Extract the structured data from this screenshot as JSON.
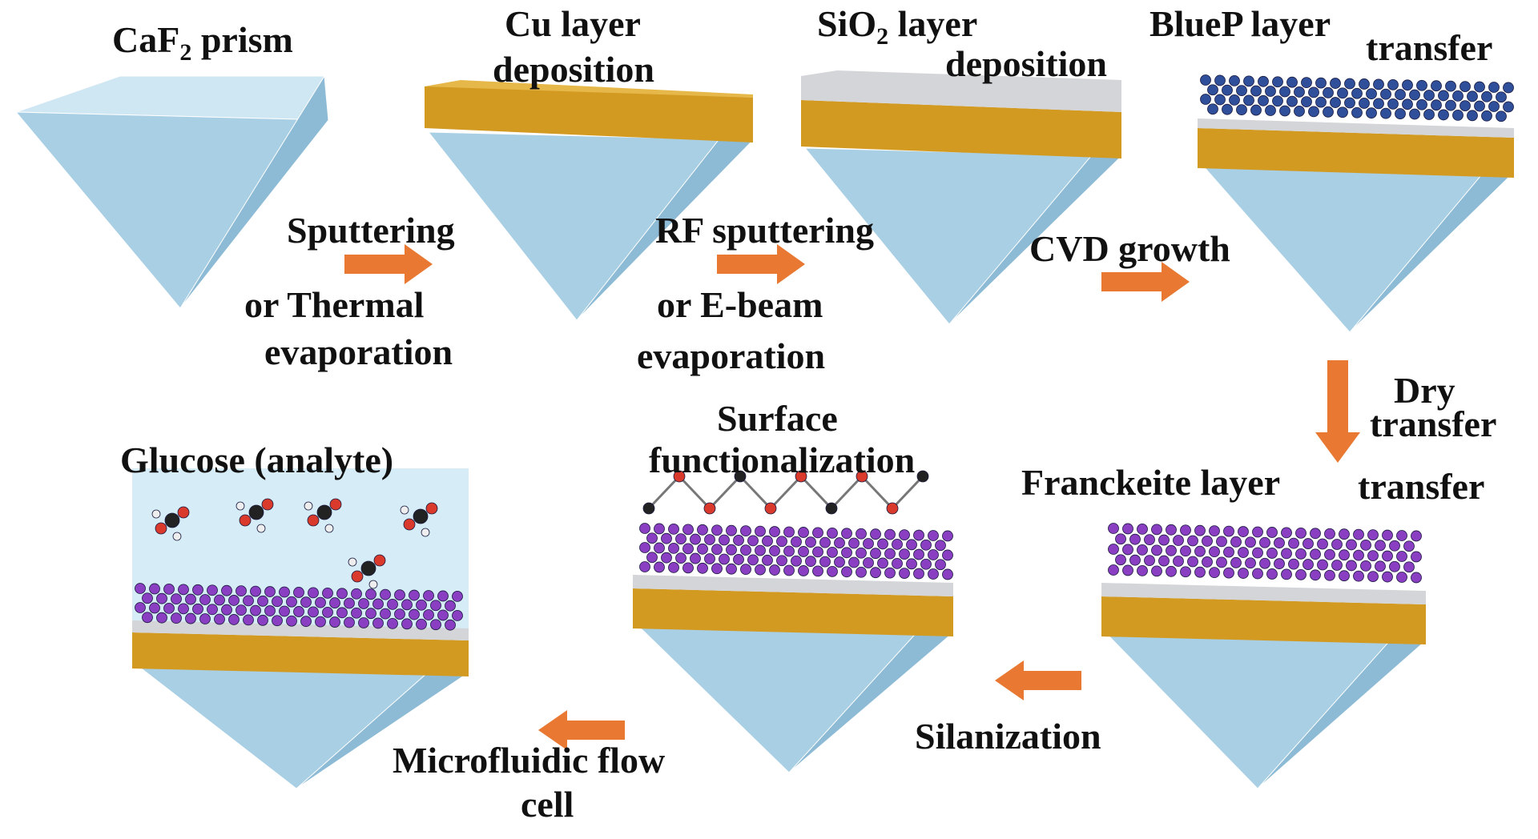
{
  "labels": {
    "caf2_prism": "CaF",
    "caf2_sub": "2",
    "caf2_tail": " prism",
    "cu_line1": "Cu layer",
    "cu_line2": "deposition",
    "sio2_pre": "SiO",
    "sio2_sub": "2",
    "sio2_tail": " layer",
    "sio2_line2": "deposition",
    "bluep_line1": "BlueP layer",
    "bluep_line2": "transfer",
    "sputter_line1": "Sputtering",
    "sputter_line2": "or Thermal",
    "sputter_line3": "evaporation",
    "rf_line1": "RF sputtering",
    "rf_line2": "or E-beam",
    "rf_line3": "evaporation",
    "cvd": "CVD growth",
    "dry_line1": "Dry",
    "dry_line2": "transfer",
    "franck_line1": "Franckeite layer",
    "franck_line2": "transfer",
    "surface_line1": "Surface",
    "surface_line2": "functionalization",
    "glucose": "Glucose (analyte)",
    "silanization": "Silanization",
    "micro_line1": "Microfluidic flow",
    "micro_line2": "cell"
  },
  "colors": {
    "prism_light": "#cfe6f3",
    "prism_mid": "#a9cfe4",
    "prism_dark": "#8dbbd6",
    "copper_top": "#e6b84a",
    "copper_front": "#d39a22",
    "silica": "#d3d5d8",
    "bluep_atom": "#2f4f9a",
    "franckeite_atom": "#8a3fc2",
    "arrow": "#e87832",
    "analyte_bg": "#d6ecf7"
  }
}
